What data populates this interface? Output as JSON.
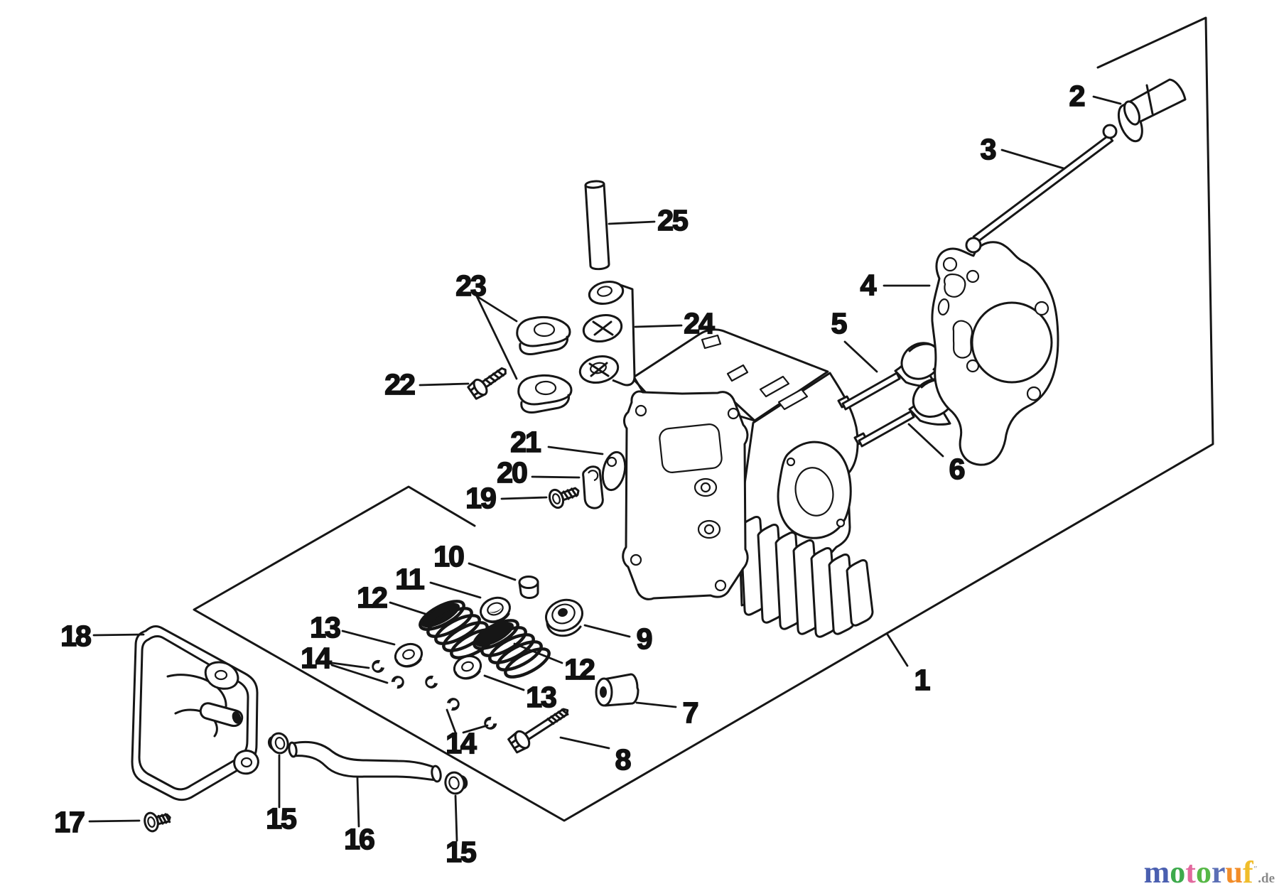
{
  "callouts": [
    {
      "id": "c1",
      "label": "1"
    },
    {
      "id": "c2",
      "label": "2"
    },
    {
      "id": "c3",
      "label": "3"
    },
    {
      "id": "c4",
      "label": "4"
    },
    {
      "id": "c5",
      "label": "5"
    },
    {
      "id": "c6",
      "label": "6"
    },
    {
      "id": "c7",
      "label": "7"
    },
    {
      "id": "c8",
      "label": "8"
    },
    {
      "id": "c9",
      "label": "9"
    },
    {
      "id": "c10",
      "label": "10"
    },
    {
      "id": "c11",
      "label": "11"
    },
    {
      "id": "c12",
      "label": "12"
    },
    {
      "id": "c13",
      "label": "13"
    },
    {
      "id": "c14",
      "label": "14"
    },
    {
      "id": "c15",
      "label": "15"
    },
    {
      "id": "c16",
      "label": "16"
    },
    {
      "id": "c17",
      "label": "17"
    },
    {
      "id": "c18",
      "label": "18"
    },
    {
      "id": "c19",
      "label": "19"
    },
    {
      "id": "c20",
      "label": "20"
    },
    {
      "id": "c21",
      "label": "21"
    },
    {
      "id": "c22",
      "label": "22"
    },
    {
      "id": "c23",
      "label": "23"
    },
    {
      "id": "c24",
      "label": "24"
    },
    {
      "id": "c25",
      "label": "25"
    },
    {
      "id": "c12b",
      "label": "12"
    },
    {
      "id": "c13b",
      "label": "13"
    },
    {
      "id": "c14b",
      "label": "14"
    },
    {
      "id": "c15b",
      "label": "15"
    }
  ],
  "watermark": {
    "letters": [
      {
        "char": "m",
        "color": "#4a5fb0"
      },
      {
        "char": "o",
        "color": "#3daa4c"
      },
      {
        "char": "t",
        "color": "#e2699e"
      },
      {
        "char": "o",
        "color": "#57b847"
      },
      {
        "char": "r",
        "color": "#5b6fb5"
      },
      {
        "char": "u",
        "color": "#f28c28"
      },
      {
        "char": "f",
        "color": "#f0bd2a"
      }
    ],
    "tm_mark": "″",
    "suffix": ".de",
    "suffix_color": "#8a8a8a"
  }
}
